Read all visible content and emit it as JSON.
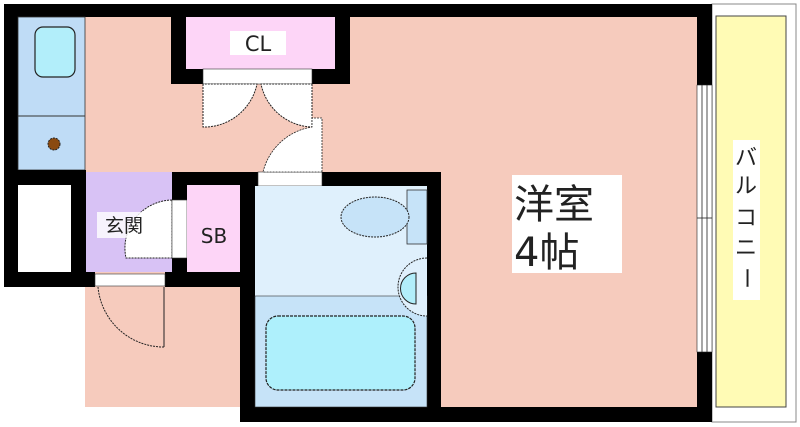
{
  "rooms": {
    "western_room_name": "洋室",
    "western_room_size": "4帖",
    "closet": "CL",
    "entrance": "玄関",
    "shoe_box": "SB",
    "balcony": [
      "バ",
      "ル",
      "コ",
      "ニ",
      "ー"
    ]
  },
  "colors": {
    "wall": "#000000",
    "room": "#f6cbbd",
    "kitchen": "#bfdcf6",
    "sink": "#b2eefa",
    "closet": "#fdd5f7",
    "entrance": "#d8c2f5",
    "bath_upper": "#dff0fc",
    "bath_lower": "#c6e3f8",
    "tub": "#aef0fc",
    "balcony": "#fffbb5",
    "stove": "#8a4a10"
  }
}
